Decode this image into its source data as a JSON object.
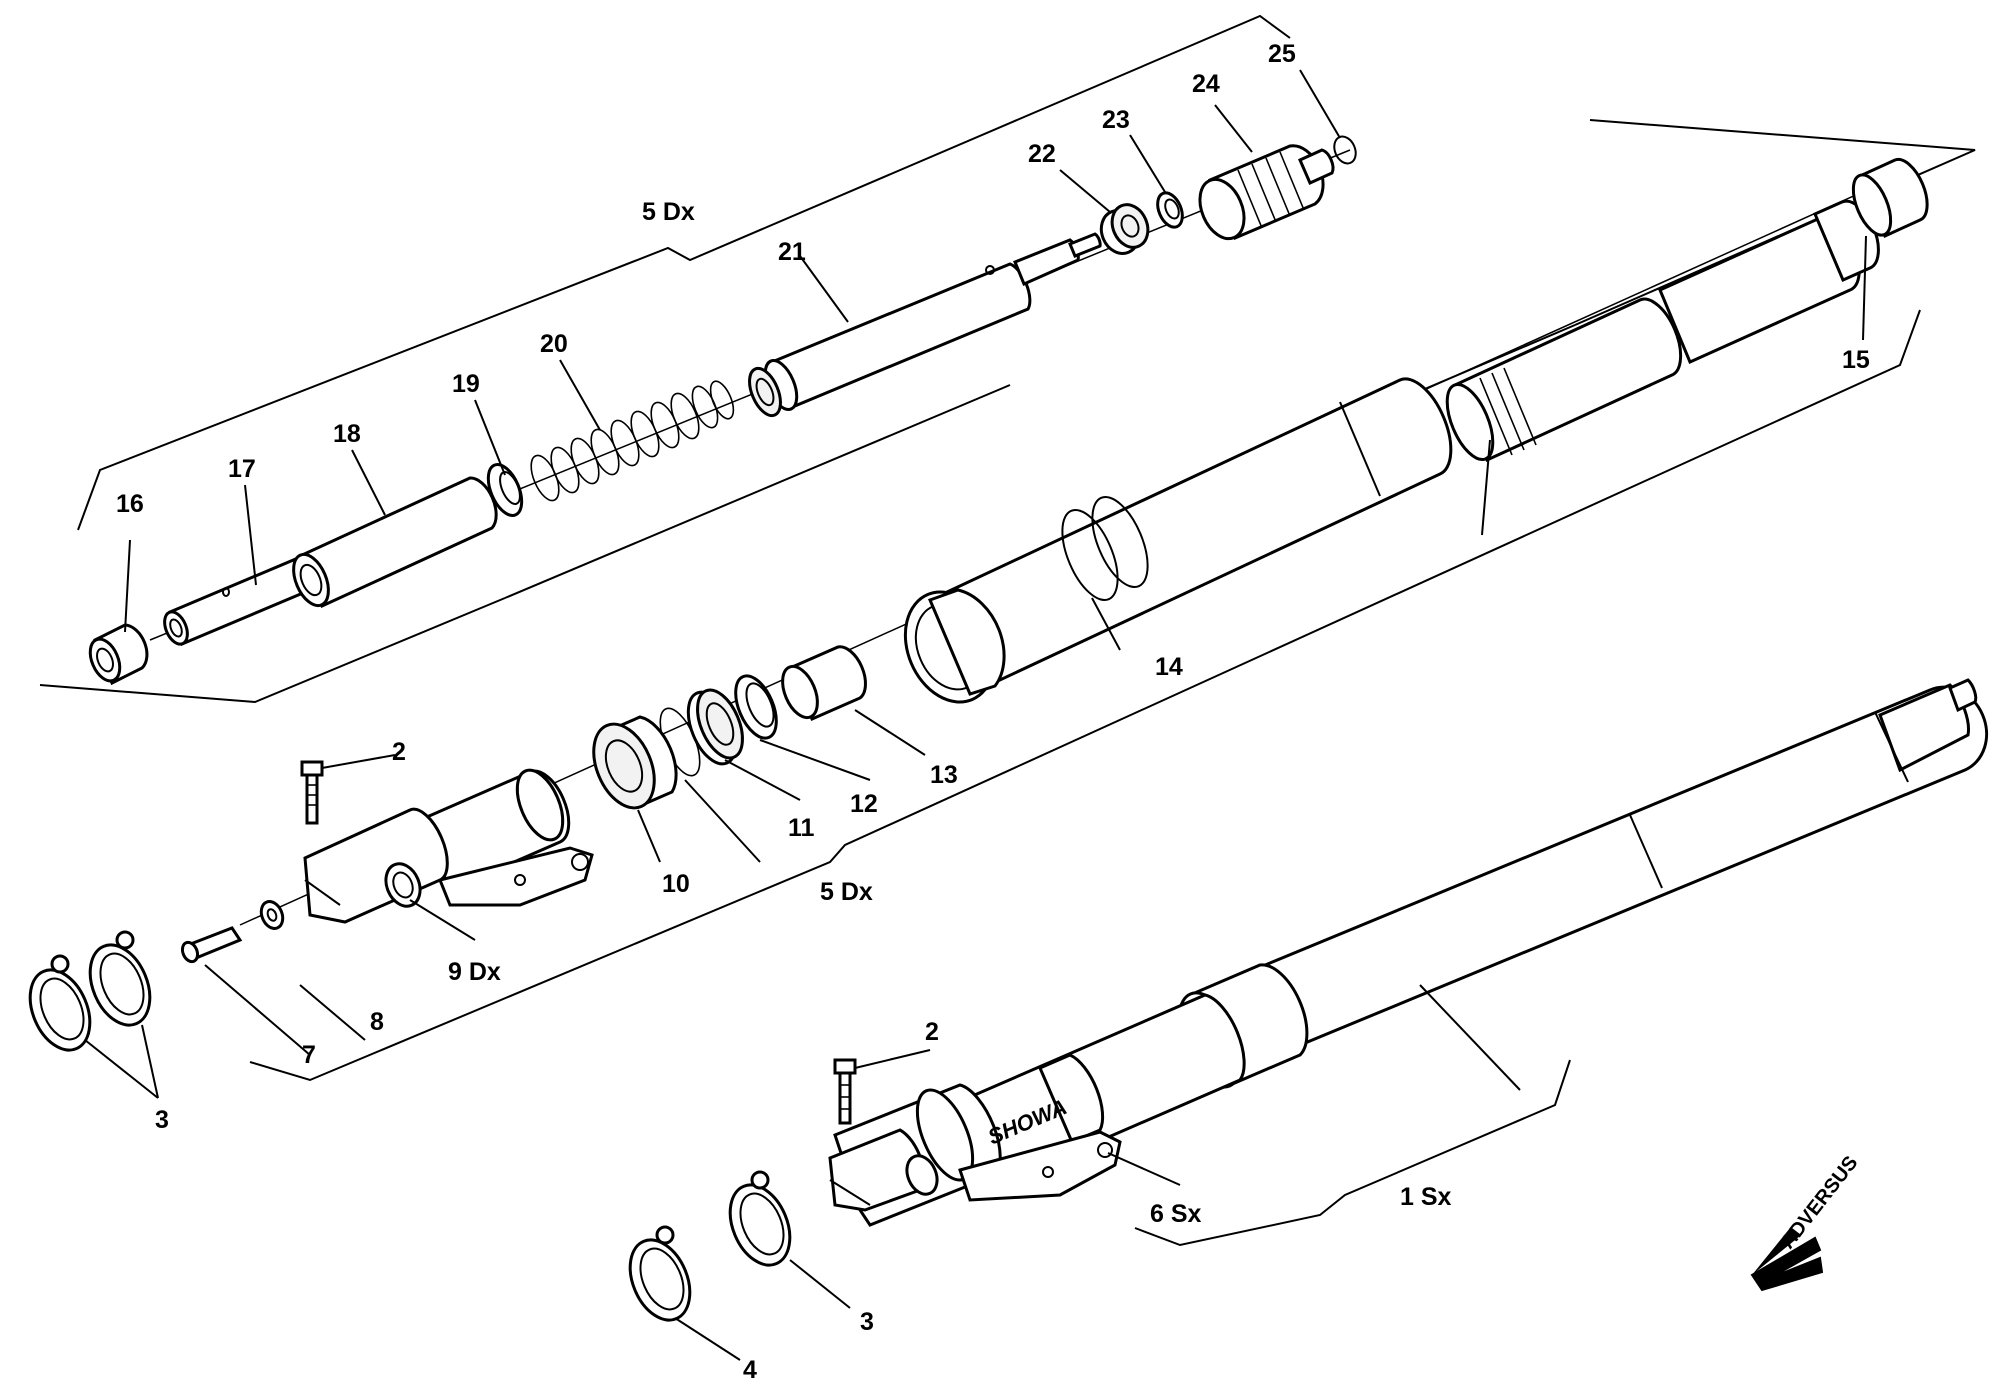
{
  "labels": {
    "l1": "1 Sx",
    "l2a": "2",
    "l2b": "2",
    "l3a": "3",
    "l3b": "3",
    "l4": "4",
    "l5a": "5 Dx",
    "l5b": "5 Dx",
    "l6": "6 Sx",
    "l7": "7",
    "l8": "8",
    "l9": "9 Dx",
    "l10": "10",
    "l11": "11",
    "l12": "12",
    "l13": "13",
    "l14": "14",
    "l15": "15",
    "l16": "16",
    "l17": "17",
    "l18": "18",
    "l19": "19",
    "l20": "20",
    "l21": "21",
    "l22": "22",
    "l23": "23",
    "l24": "24",
    "l25": "25"
  },
  "brand_mark": "SHOWA",
  "watermark": "ADVERSUS"
}
